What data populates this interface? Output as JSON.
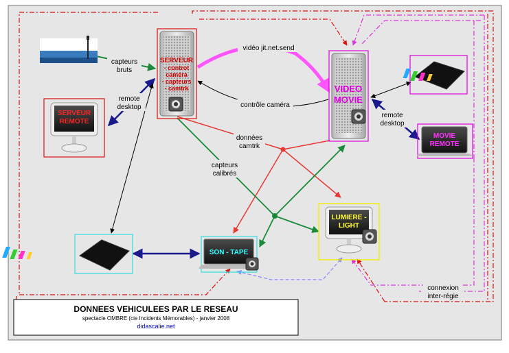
{
  "nodes": {
    "serveur": {
      "title": "SERVEUR",
      "lines": [
        "- controt",
        "caméra",
        "- capteurs",
        "- camtrk"
      ]
    },
    "video_movie": {
      "lines": [
        "VIDEO",
        "MOVIE"
      ]
    },
    "serveur_remote": {
      "lines": [
        "SERVEUR",
        "REMOTE"
      ]
    },
    "movie_remote": {
      "lines": [
        "MOVIE",
        "REMOTE"
      ]
    },
    "son_tape": {
      "label": "SON - TAPE"
    },
    "lumiere_light": {
      "lines": [
        "LUMIERE -",
        "LIGHT"
      ]
    }
  },
  "edges": {
    "capteurs_bruts": [
      "capteurs",
      "bruts"
    ],
    "remote_desktop_left": [
      "remote",
      "desktop"
    ],
    "video_jit": "vidéo jit.net.send",
    "controle_camera": "contrôle caméra",
    "remote_desktop_right": [
      "remote",
      "desktop"
    ],
    "donnees_camtrk": [
      "données",
      "camtrk"
    ],
    "capteurs_calibres": [
      "capteurs",
      "calibrés"
    ],
    "connexion_inter_regie": [
      "connexion",
      "inter-régie"
    ]
  },
  "caption": {
    "title": "DONNEES VEHICULEES PAR LE RESEAU",
    "subtitle": "spectacle OMBRE (cie Incidents Mémorables) - janvier 2008",
    "site": "didascalie.net"
  },
  "colors": {
    "background": "#e6e6e6",
    "red": "#e53935",
    "green": "#1a8a3a",
    "navy": "#1a1a8c",
    "magenta": "#ff55ff",
    "server_red": "#d40000",
    "video_magenta": "#e000e0",
    "dashed_red": "#dd1111",
    "dashed_magenta": "#dd33dd",
    "dashed_blue": "#8888ff"
  }
}
